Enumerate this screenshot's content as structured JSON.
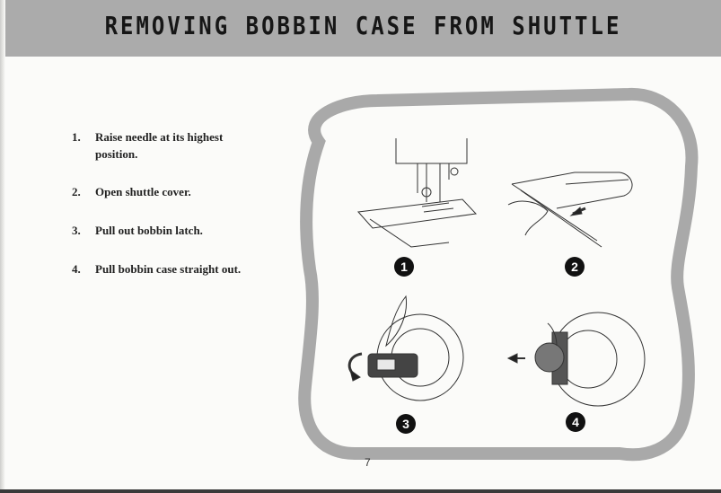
{
  "header": {
    "title": "REMOVING BOBBIN CASE FROM SHUTTLE"
  },
  "steps": [
    {
      "number": "1.",
      "text": "Raise needle at its highest position."
    },
    {
      "number": "2.",
      "text": "Open shuttle cover."
    },
    {
      "number": "3.",
      "text": "Pull out bobbin latch."
    },
    {
      "number": "4.",
      "text": "Pull bobbin case straight out."
    }
  ],
  "figure": {
    "badges": [
      "1",
      "2",
      "3",
      "4"
    ],
    "frame_color": "#a9a9a9",
    "icons": [
      "needle-presser-illustration",
      "shuttle-cover-hand-illustration",
      "bobbin-latch-illustration",
      "bobbin-case-removal-illustration"
    ]
  },
  "footer": {
    "page_number": "7"
  }
}
